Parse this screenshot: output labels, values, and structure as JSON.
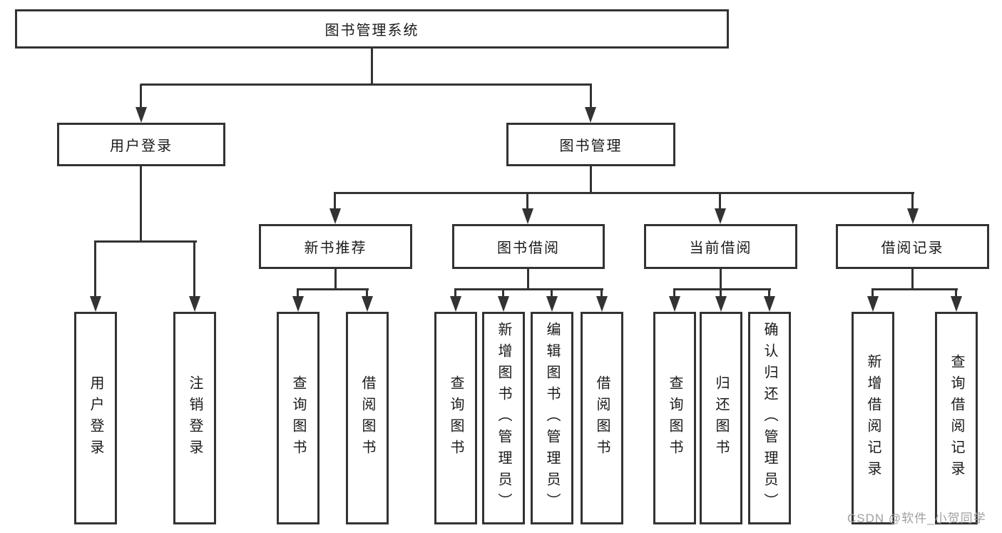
{
  "tree": {
    "label": "图书管理系统",
    "children": [
      {
        "id": "user-login",
        "label": "用户登录",
        "children": [
          {
            "label": "用户登录"
          },
          {
            "label": "注销登录"
          }
        ]
      },
      {
        "id": "book-management",
        "label": "图书管理",
        "children": [
          {
            "id": "new-book-recommend",
            "label": "新书推荐",
            "children": [
              {
                "label": "查询图书"
              },
              {
                "label": "借阅图书"
              }
            ]
          },
          {
            "id": "book-borrow",
            "label": "图书借阅",
            "children": [
              {
                "label": "查询图书"
              },
              {
                "label": "新增图书（管理员）"
              },
              {
                "label": "编辑图书（管理员）"
              },
              {
                "label": "借阅图书"
              }
            ]
          },
          {
            "id": "current-borrow",
            "label": "当前借阅",
            "children": [
              {
                "label": "查询图书"
              },
              {
                "label": "归还图书"
              },
              {
                "label": "确认归还（管理员）"
              }
            ]
          },
          {
            "id": "borrow-records",
            "label": "借阅记录",
            "children": [
              {
                "label": "新增借阅记录"
              },
              {
                "label": "查询借阅记录"
              }
            ]
          }
        ]
      }
    ]
  },
  "watermark": "CSDN @软件_小贺同学",
  "colors": {
    "line": "#333333",
    "text": "#1a1a1a",
    "watermark": "#a0a0a0",
    "background": "#ffffff"
  }
}
